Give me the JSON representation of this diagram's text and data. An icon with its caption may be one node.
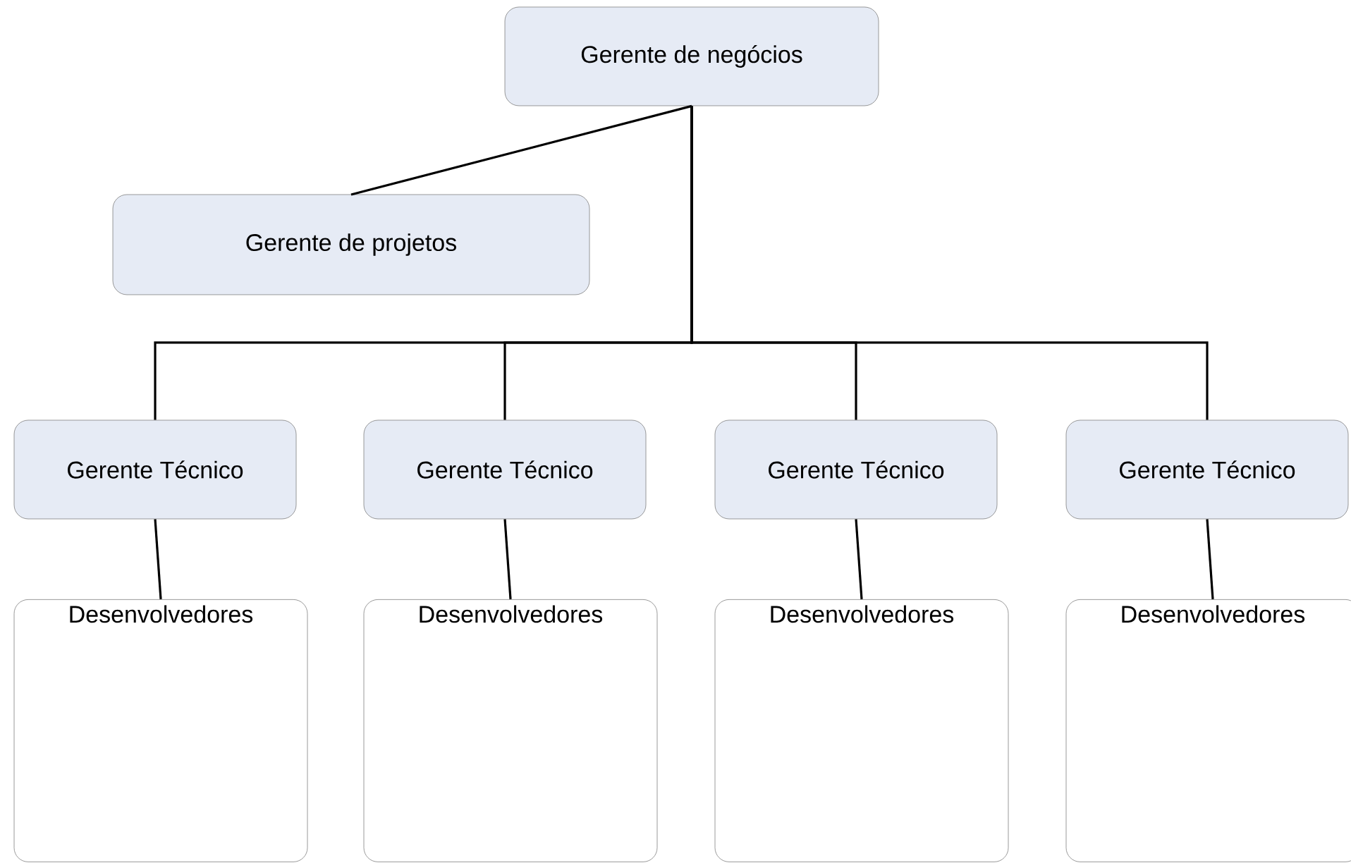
{
  "diagram": {
    "nodes": [
      {
        "text": [
          "Gerente de negócios"
        ]
      },
      {
        "text": [
          "Gerente de projetos"
        ]
      },
      {
        "text": [
          "Gerente Técnico"
        ]
      },
      {
        "text": [
          "Gerente Técnico"
        ]
      },
      {
        "text": [
          "Gerente Técnico"
        ]
      },
      {
        "text": [
          "Gerente Técnico"
        ]
      },
      {
        "text": [
          "Desenvolvedores"
        ]
      },
      {
        "text": [
          "Desenvolvedores"
        ]
      },
      {
        "text": [
          "Desenvolvedores"
        ]
      },
      {
        "text": [
          "Desenvolvedores"
        ]
      }
    ],
    "edges": [
      {
        "from": 0,
        "to": 1,
        "arrow": "none"
      },
      {
        "from": 0,
        "to": 2,
        "arrow": "none"
      },
      {
        "from": 0,
        "to": 3,
        "arrow": "none"
      },
      {
        "from": 0,
        "to": 4,
        "arrow": "none"
      },
      {
        "from": 0,
        "to": 5,
        "arrow": "none"
      },
      {
        "from": 2,
        "to": 6,
        "arrow": "none"
      },
      {
        "from": 3,
        "to": 7,
        "arrow": "none"
      },
      {
        "from": 4,
        "to": 8,
        "arrow": "none"
      },
      {
        "from": 5,
        "to": 9,
        "arrow": "none"
      }
    ]
  }
}
